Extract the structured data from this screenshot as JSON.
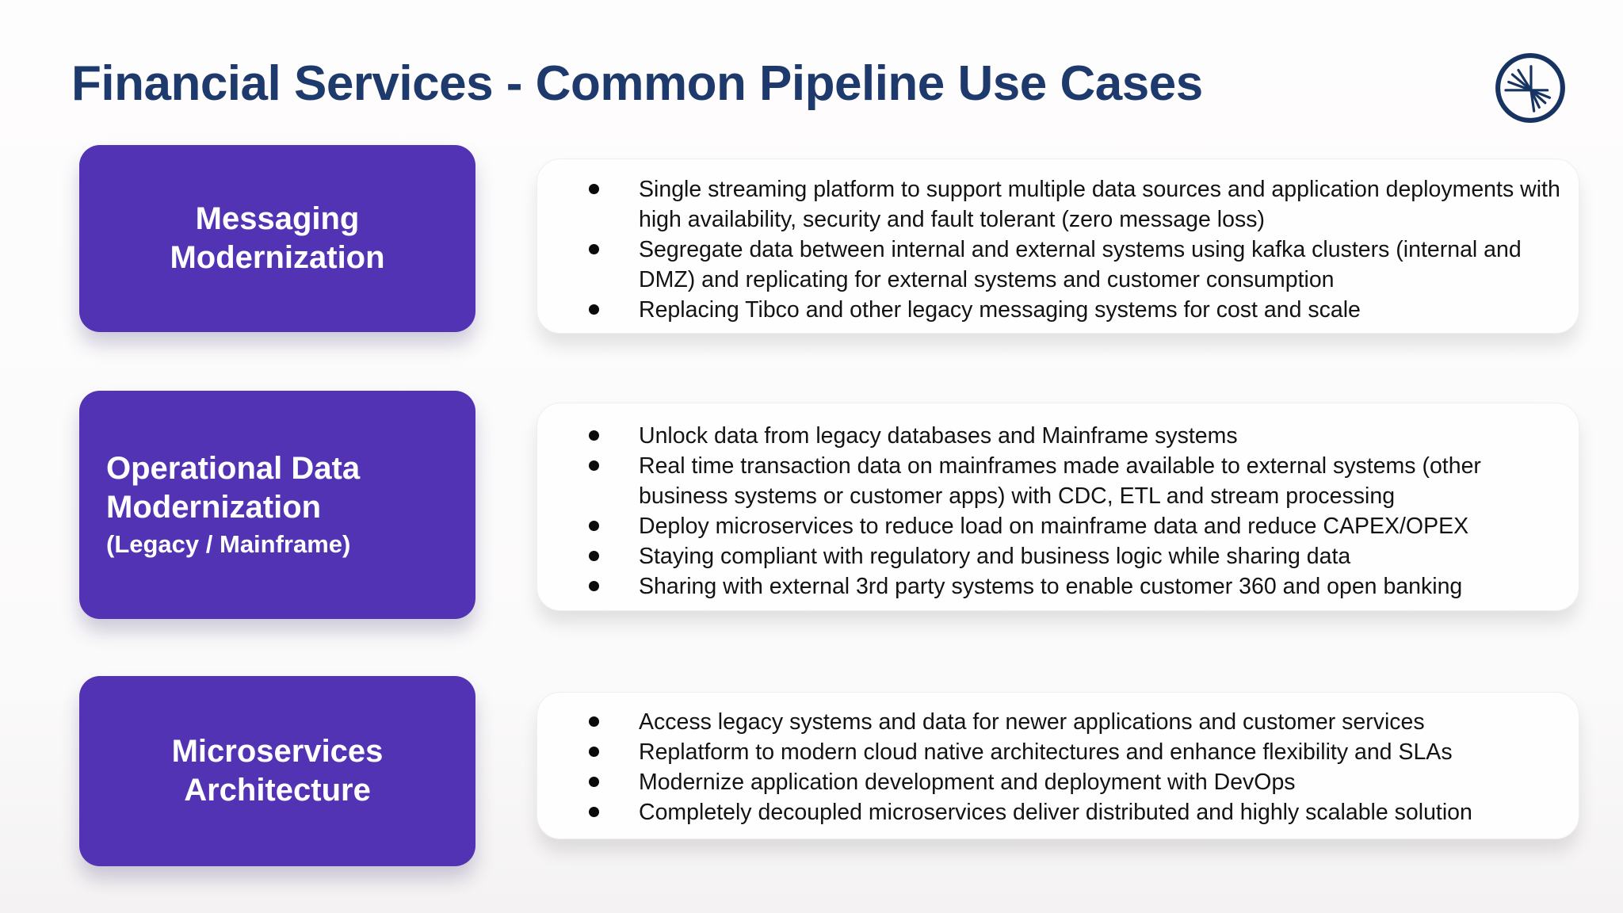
{
  "page": {
    "title": "Financial Services - Common Pipeline Use Cases"
  },
  "colors": {
    "title_navy": "#1e3a6d",
    "logo_navy": "#173361",
    "box_purple": "#5233b4",
    "card_background": "#fefefe",
    "bullet_text": "#131313"
  },
  "logo": {
    "name": "confluent-logo"
  },
  "rows": [
    {
      "box": {
        "id": "messaging-modernization",
        "title": "Messaging Modernization",
        "subtitle": "",
        "align": "center"
      },
      "bullets": [
        "Single streaming platform to support multiple data sources and application deployments with high availability, security and fault tolerant (zero message loss)",
        "Segregate  data between internal and external systems using kafka clusters (internal and DMZ) and replicating for external systems and customer consumption",
        "Replacing Tibco and other legacy messaging systems for cost and scale"
      ]
    },
    {
      "box": {
        "id": "operational-data-modernization",
        "title": "Operational Data Modernization",
        "subtitle": "(Legacy / Mainframe)",
        "align": "left"
      },
      "bullets": [
        "Unlock data from legacy databases and Mainframe systems",
        "Real time transaction data on mainframes made available to external systems (other business systems or customer apps)  with CDC, ETL and stream processing",
        "Deploy microservices to reduce load on mainframe data and reduce CAPEX/OPEX",
        "Staying compliant with regulatory and business logic while sharing data",
        "Sharing with external 3rd party systems to enable customer 360 and open banking"
      ]
    },
    {
      "box": {
        "id": "microservices-architecture",
        "title": "Microservices Architecture",
        "subtitle": "",
        "align": "center"
      },
      "bullets": [
        "Access legacy systems and data for newer applications and customer services",
        "Replatform to modern cloud native architectures and enhance flexibility and SLAs",
        "Modernize application development and deployment with DevOps",
        "Completely decoupled microservices deliver distributed and highly scalable solution"
      ]
    }
  ]
}
